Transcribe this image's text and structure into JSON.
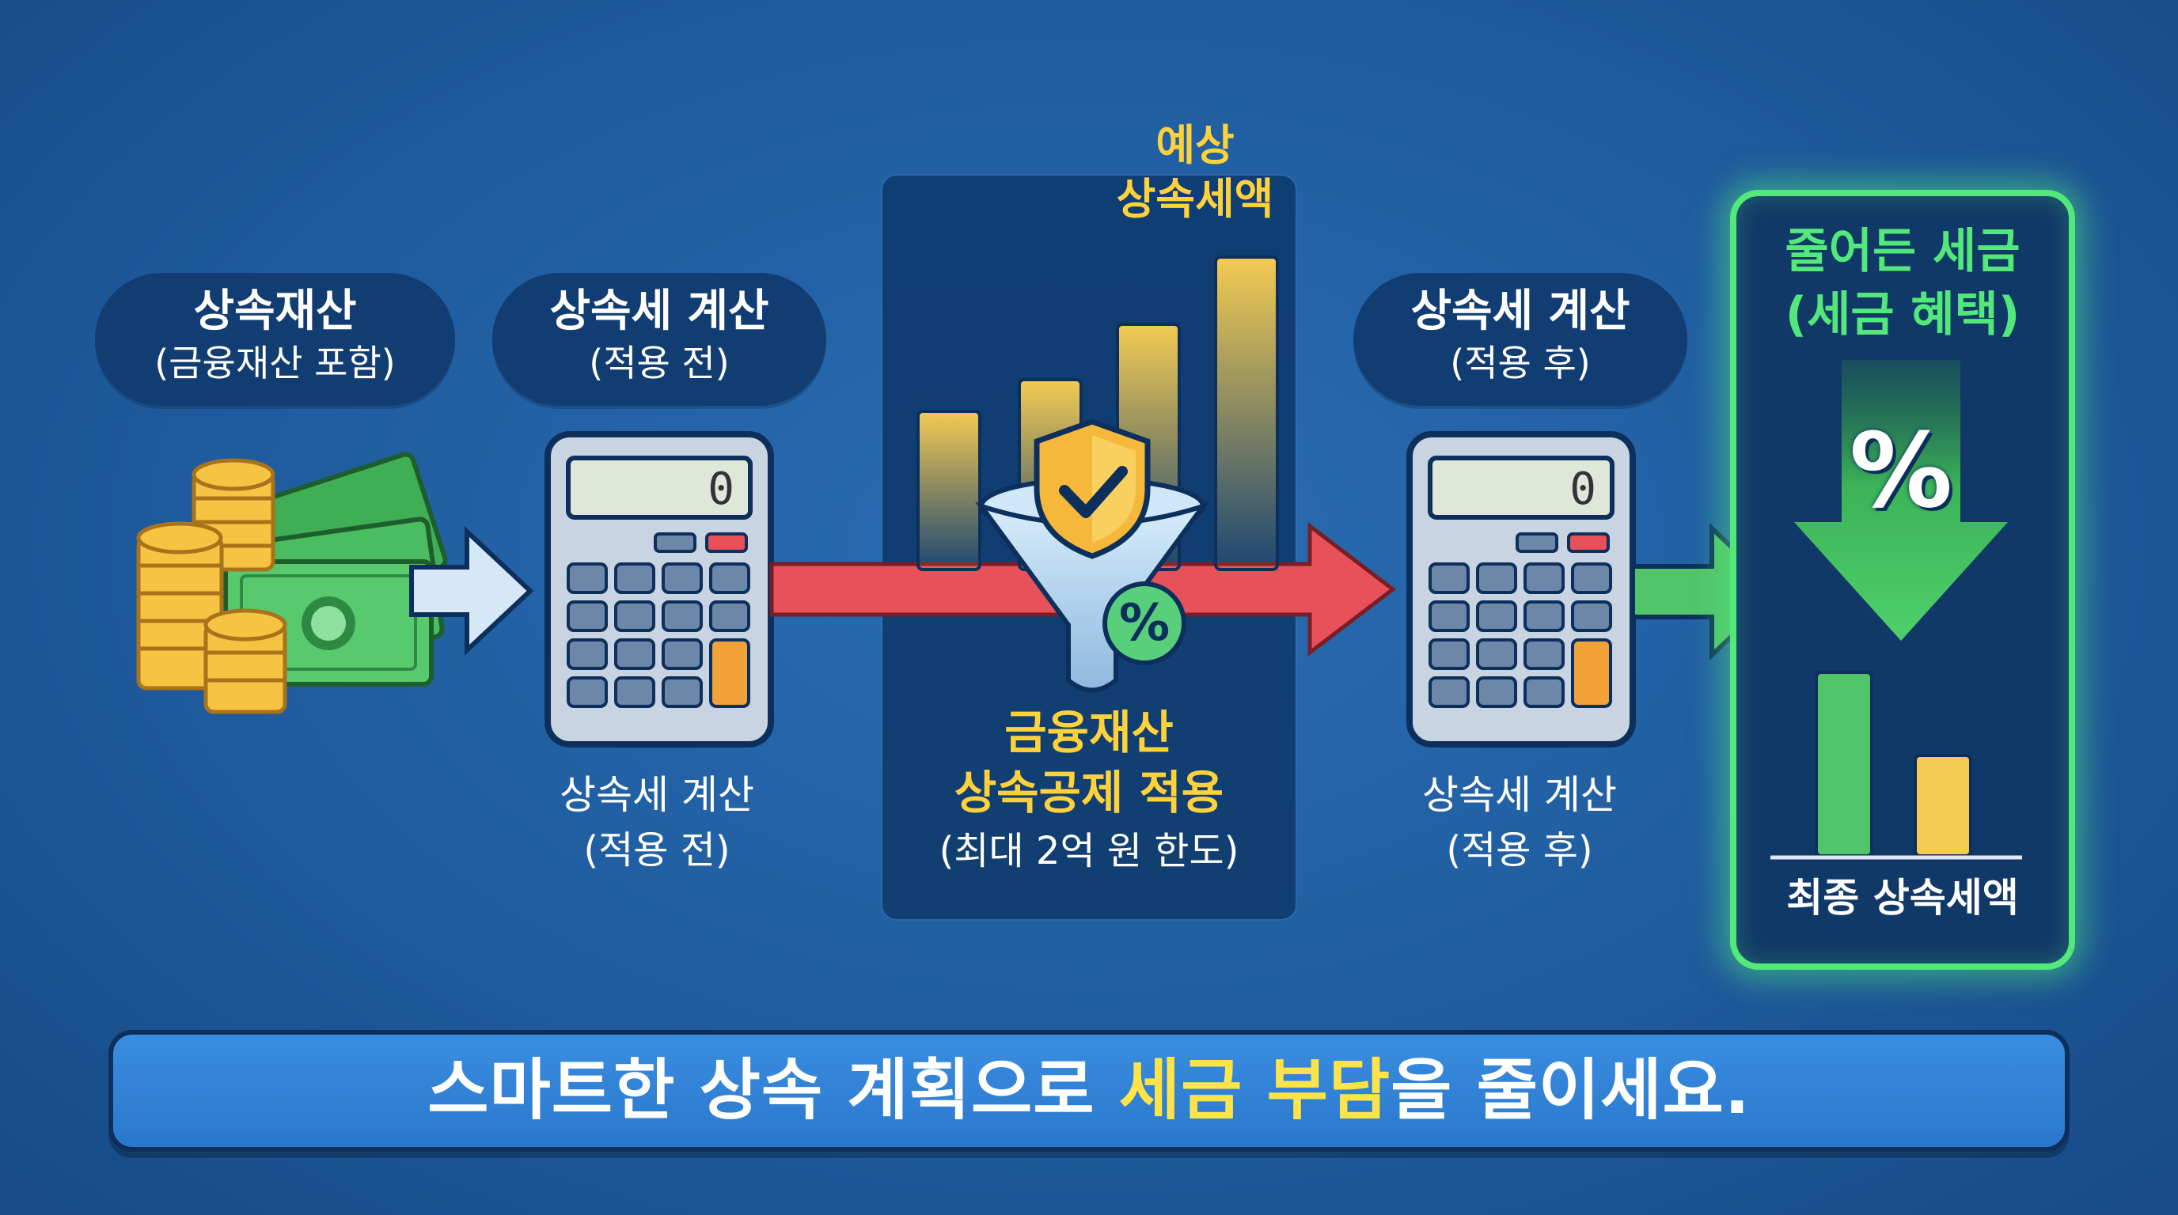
{
  "steps": {
    "assets": {
      "title": "상속재산",
      "subtitle": "(금융재산 포함)"
    },
    "before": {
      "title": "상속세 계산",
      "subtitle": "(적용 전)",
      "caption_title": "상속세 계산",
      "caption_subtitle": "(적용 전)",
      "display": "0"
    },
    "deduction": {
      "top_label_1": "예상",
      "top_label_2": "상속세액",
      "title_1": "금융재산",
      "title_2": "상속공제 적용",
      "note": "(최대 2억 원 한도)",
      "percent": "%"
    },
    "after": {
      "title": "상속세 계산",
      "subtitle": "(적용 후)",
      "caption_title": "상속세 계산",
      "caption_subtitle": "(적용 후)",
      "display": "0"
    },
    "result": {
      "title": "줄어든 세금",
      "subtitle": "(세금 혜택)",
      "percent": "%",
      "footer": "최종 상속세액"
    }
  },
  "banner": {
    "part1": "스마트한 상속 계획으로 ",
    "highlight": "세금 부담",
    "part2": "을 줄이세요."
  },
  "colors": {
    "background": "#1f5c9f",
    "accent_yellow": "#ffd23c",
    "accent_green": "#52e87a",
    "arrow_red": "#e8505a"
  }
}
